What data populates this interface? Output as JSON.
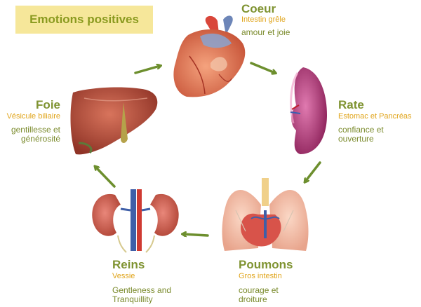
{
  "title": "Emotions positives",
  "organs": {
    "heart": {
      "name": "Coeur",
      "sub": "Intestin grêle",
      "emotion": [
        "amour et joie"
      ]
    },
    "spleen": {
      "name": "Rate",
      "sub": "Estomac et Pancréas",
      "emotion": [
        "confiance et",
        "ouverture"
      ]
    },
    "lungs": {
      "name": "Poumons",
      "sub": "Gros intestin",
      "emotion": [
        "courage et",
        "droiture"
      ]
    },
    "kidneys": {
      "name": "Reins",
      "sub": "Vessie",
      "emotion": [
        "Gentleness and",
        "Tranquillity"
      ]
    },
    "liver": {
      "name": "Foie",
      "sub": "Vésicule biliaire",
      "emotion": [
        "gentillesse et",
        "générosité"
      ]
    }
  },
  "colors": {
    "title_bg": "#f6e79a",
    "title_text": "#8a9a1f",
    "name": "#7f9331",
    "sub": "#e0a41a",
    "arrow": "#6d8f2e"
  }
}
